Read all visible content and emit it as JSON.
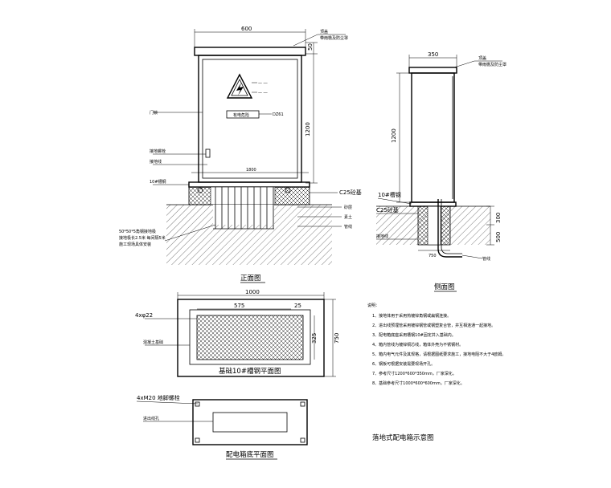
{
  "front": {
    "dim_width": "600",
    "dim_top": "50",
    "dim_height": "1200",
    "dim_base": "1800",
    "lbl_roof": "顶盖",
    "lbl_roof2": "带雨檐及防尘罩",
    "lbl_door": "门锁",
    "lbl_ground_bolt": "接地螺栓",
    "lbl_ground_wire": "接地线",
    "lbl_channel": "10#槽钢",
    "lbl_concrete": "C25砼基",
    "lbl_sand": "砂层",
    "lbl_soil": "素土",
    "lbl_pipe": "管线",
    "lbl_angle": "50*50*5角钢接地极",
    "lbl_angle2": "接地极长2.5米 每间隔5米",
    "lbl_angle3": "施工现场具体安装",
    "sign_text": "有电危险",
    "sign_code": "DZ61",
    "title": "正面图"
  },
  "side": {
    "dim_width": "350",
    "dim_height": "1200",
    "dim_300": "300",
    "dim_500": "500",
    "dim_bottom": "750",
    "lbl_roof": "顶盖",
    "lbl_roof2": "带雨檐及防尘罩",
    "lbl_channel": "10#槽钢",
    "lbl_concrete": "C25砼基",
    "lbl_ground": "接地线",
    "lbl_pipe": "管线",
    "title": "侧面图"
  },
  "foundation": {
    "dim_total": "1000",
    "dim_inner": "575",
    "dim_25": "25",
    "dim_325": "325",
    "dim_750": "750",
    "lbl_bolts": "4xφ22",
    "lbl_concrete": "混凝土基础",
    "title": "基础10#槽钢平面图"
  },
  "bottom": {
    "lbl_bolts": "4xM20 地脚螺栓",
    "lbl_entry": "进出线孔",
    "title": "配电箱底平面图"
  },
  "notes": {
    "heading": "说明：",
    "items": [
      "1、接地体用于采用热镀锌角钢或扁钢连接。",
      "2、进出线预埋管采用镀锌钢管或钢塑复合管，并互相连通一起接地。",
      "3、配电箱底座采用槽钢10#固定并入基础内。",
      "4、箱内管线为镀锌铜芯线，箱体外壳为不锈钢材。",
      "5、箱内电气元件及其规格，请根据图纸要求施工，接地电阻不大于4欧姆。",
      "6、钢板可根据安装需要现场开孔。",
      "7、参考尺寸1200*600*350mm，厂家深化。",
      "8、基础参考尺寸1000*600*600mm，厂家深化。"
    ],
    "main_title": "落地式配电箱示意图"
  }
}
